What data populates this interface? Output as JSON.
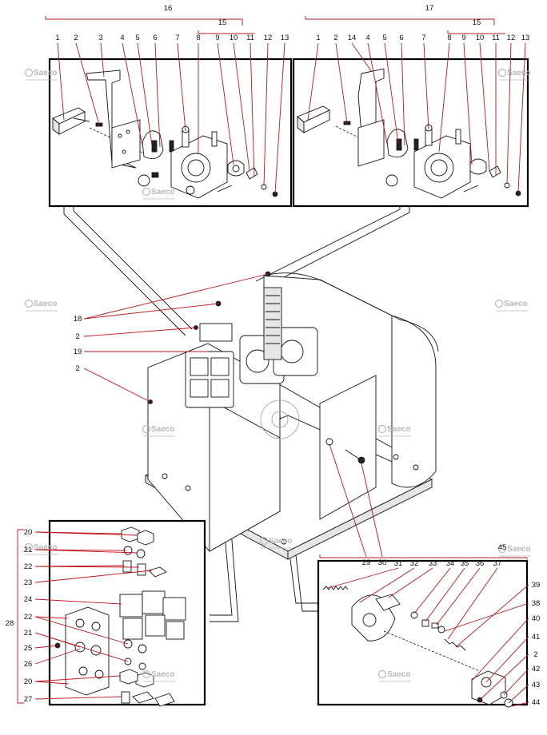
{
  "watermark": {
    "brand": "Saeco",
    "accent": "#c0141c"
  },
  "assembly_group_labels": {
    "top_left": "16",
    "top_right": "17",
    "top_left_sub": "15",
    "top_right_sub": "15",
    "bottom_left": "28",
    "bottom_right": "45"
  },
  "top_left_labels": [
    "1",
    "2",
    "3",
    "4",
    "5",
    "6",
    "7",
    "8",
    "9",
    "10",
    "11",
    "12",
    "13"
  ],
  "top_right_labels": [
    "1",
    "2",
    "14",
    "4",
    "5",
    "6",
    "7",
    "8",
    "9",
    "10",
    "11",
    "12",
    "13"
  ],
  "center_left_labels": [
    "18",
    "2",
    "19",
    "2"
  ],
  "center_bottom_labels": [
    "29",
    "30"
  ],
  "bottom_left_labels": [
    "20",
    "21",
    "22",
    "23",
    "24",
    "22",
    "21",
    "25",
    "26",
    "20",
    "27"
  ],
  "bottom_right_top_labels": [
    "31",
    "32",
    "33",
    "34",
    "35",
    "36",
    "37"
  ],
  "bottom_right_side_labels": [
    "39",
    "38",
    "40",
    "41",
    "2",
    "42",
    "43",
    "44"
  ],
  "colors": {
    "leader": "#c0141c",
    "frame": "#000000",
    "watermark": "#b8b8b8"
  }
}
